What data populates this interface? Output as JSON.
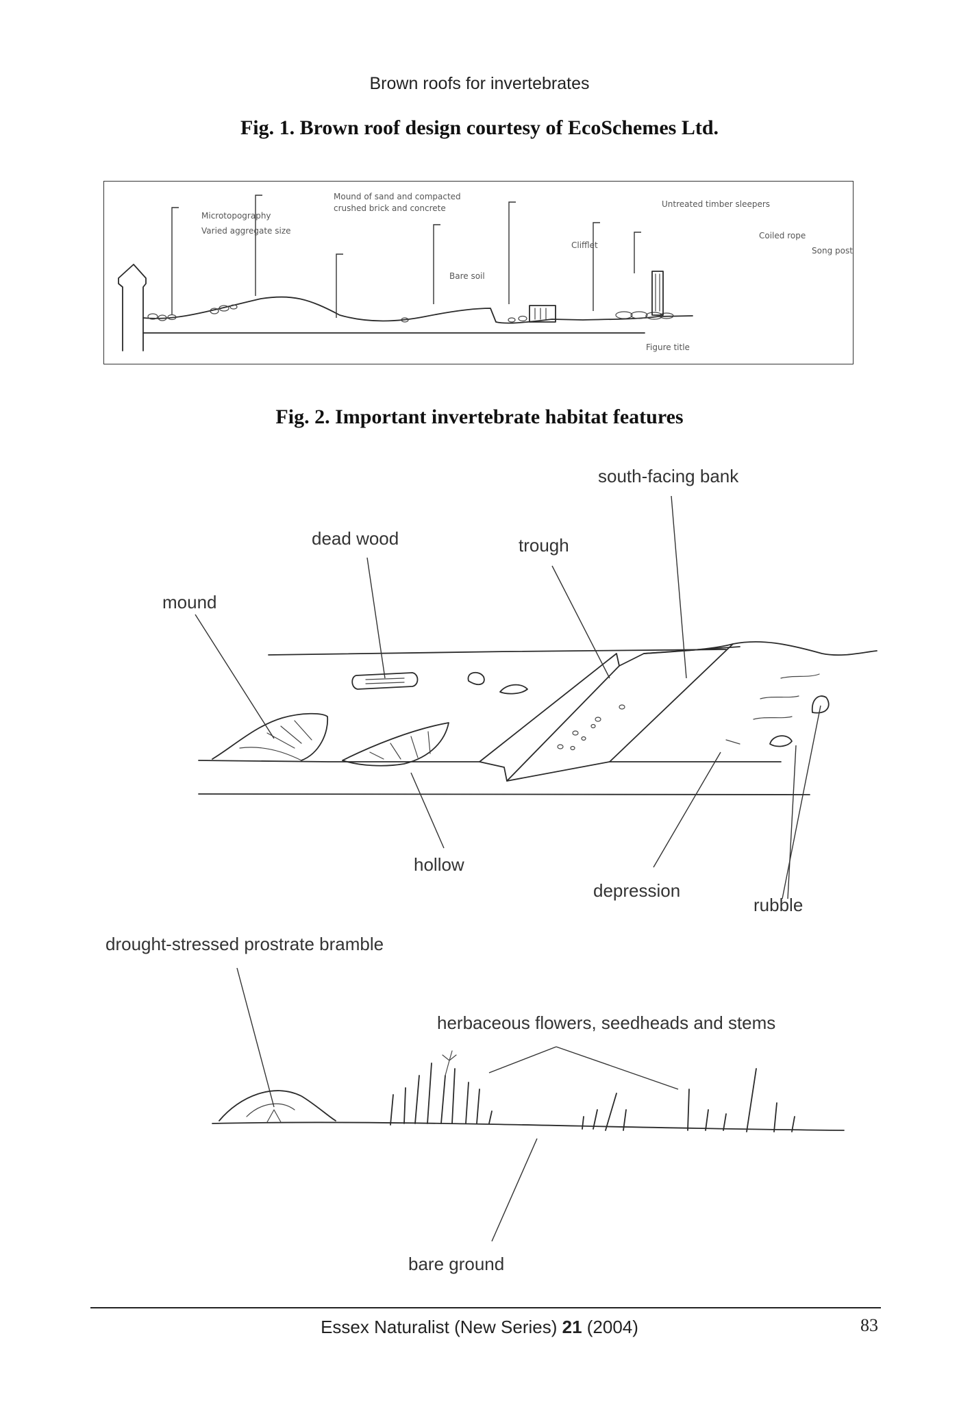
{
  "header": {
    "running_title": "Brown roofs for invertebrates"
  },
  "figure1": {
    "caption": "Fig. 1.  Brown roof design courtesy of EcoSchemes Ltd.",
    "labels": {
      "microtopography": "Microtopography",
      "varied_aggregate": "Varied aggregate size",
      "mound_line1": "Mound of sand and compacted",
      "mound_line2": "crushed brick and concrete",
      "bare_soil": "Bare soil",
      "clifflet": "Clifflet",
      "timber": "Untreated timber sleepers",
      "coiled_rope": "Coiled rope",
      "song_post": "Song post",
      "figure_title": "Figure title"
    }
  },
  "figure2": {
    "caption": "Fig. 2.  Important invertebrate habitat features",
    "labels": {
      "south_facing_bank": "south-facing bank",
      "dead_wood": "dead wood",
      "trough": "trough",
      "mound": "mound",
      "hollow": "hollow",
      "depression": "depression",
      "rubble": "rubble",
      "bramble": "drought-stressed prostrate bramble",
      "herbaceous": "herbaceous flowers, seedheads and stems",
      "bare_ground": "bare ground"
    }
  },
  "footer": {
    "journal": "Essex Naturalist (New Series) ",
    "volume": "21",
    "year": " (2004)",
    "page_number": "83"
  }
}
